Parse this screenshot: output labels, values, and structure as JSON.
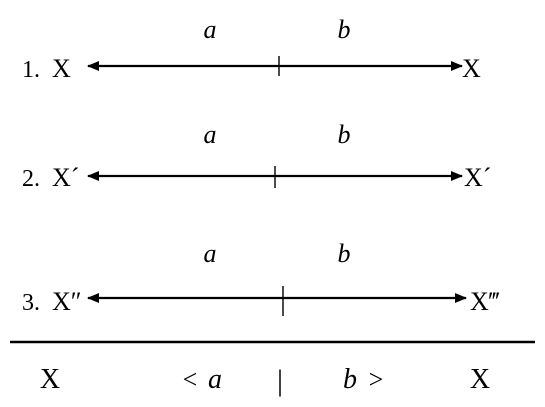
{
  "rows": [
    {
      "number": "1.",
      "left_label": "X",
      "right_label": "X",
      "top_left": "a",
      "top_right": "b"
    },
    {
      "number": "2.",
      "left_label": "X´",
      "right_label": "X´",
      "top_left": "a",
      "top_right": "b"
    },
    {
      "number": "3.",
      "left_label": "X″",
      "right_label": "X‴",
      "top_left": "a",
      "top_right": "b"
    }
  ],
  "summary": {
    "left": "X",
    "left_bracket": "<",
    "left_var": "a",
    "divider": "|",
    "right_var": "b",
    "right_bracket": ">",
    "right": "X"
  }
}
